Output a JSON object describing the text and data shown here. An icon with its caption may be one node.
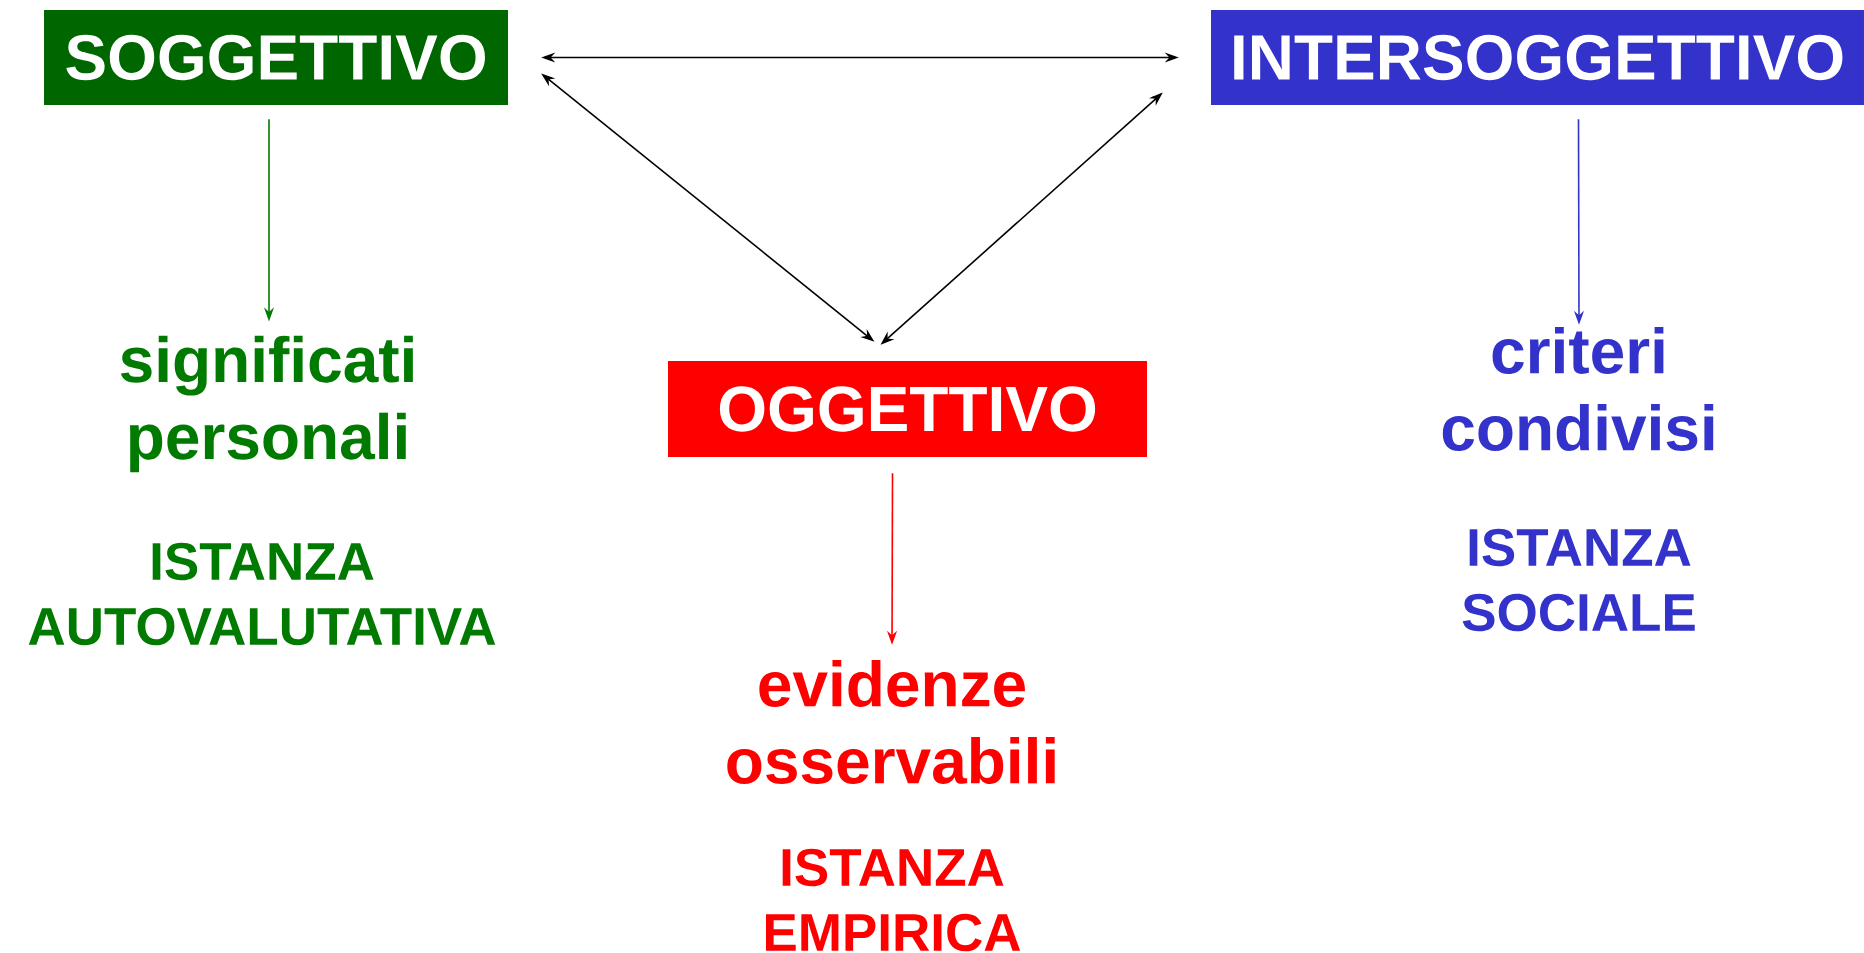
{
  "diagram": {
    "nodes": [
      {
        "text": [
          "SOGGETTIVO"
        ]
      },
      {
        "text": [
          "INTERSOGGETTIVO"
        ]
      },
      {
        "text": [
          "OGGETTIVO"
        ]
      },
      {
        "text": [
          "significati personali"
        ],
        "beside": [
          "ISTANZA AUTOVALUTATIVA"
        ]
      },
      {
        "text": [
          "criteri condivisi"
        ],
        "beside": [
          "ISTANZA SOCIALE"
        ]
      },
      {
        "text": [
          "evidenze osservabili"
        ],
        "beside": [
          "ISTANZA EMPIRICA"
        ]
      }
    ],
    "edges": [
      {
        "from": 0,
        "to": 1,
        "arrow": "both"
      },
      {
        "from": 0,
        "to": 2,
        "arrow": "both"
      },
      {
        "from": 1,
        "to": 2,
        "arrow": "both"
      },
      {
        "from": 0,
        "to": 3,
        "arrow": "to",
        "color": "#007a00"
      },
      {
        "from": 1,
        "to": 4,
        "arrow": "to",
        "color": "#3333cc"
      },
      {
        "from": 2,
        "to": 5,
        "arrow": "to",
        "color": "#ff0000"
      }
    ]
  }
}
